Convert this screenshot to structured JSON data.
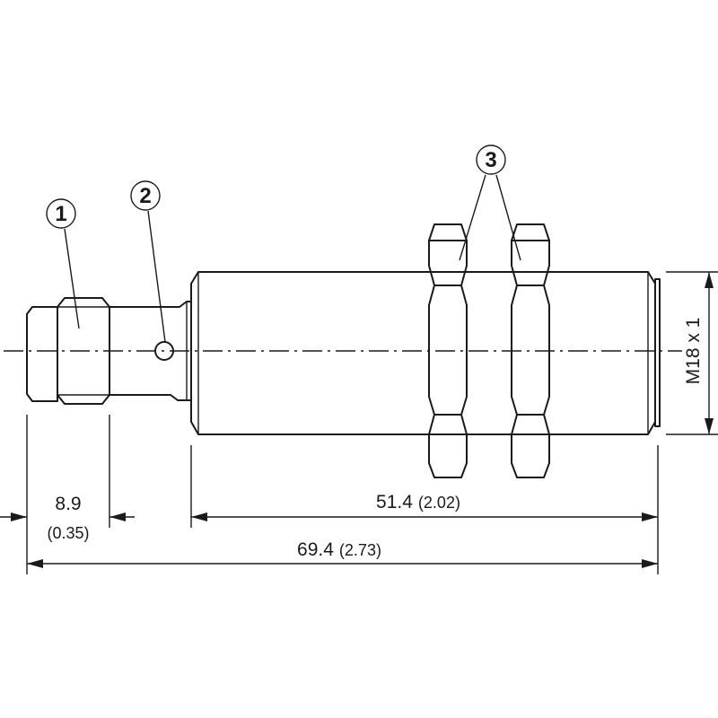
{
  "callouts": [
    {
      "id": "1",
      "symbol": "1"
    },
    {
      "id": "2",
      "symbol": "2"
    },
    {
      "id": "3",
      "symbol": "3"
    }
  ],
  "dimensions": {
    "connector_length": {
      "mm": "8.9",
      "inch": "(0.35)"
    },
    "body_length": {
      "mm": "51.4",
      "inch": "(2.02)"
    },
    "total_length": {
      "mm": "69.4",
      "inch": "(2.73)"
    },
    "thread": {
      "label": "M18 x 1"
    }
  }
}
